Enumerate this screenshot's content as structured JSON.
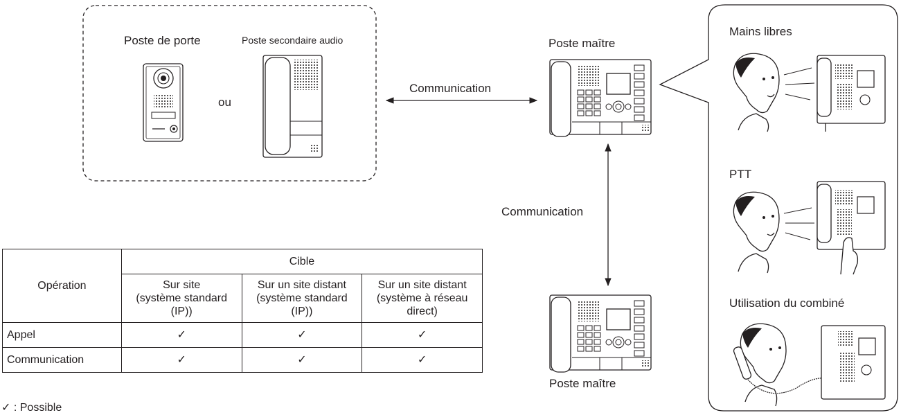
{
  "door_group": {
    "door_station_label": "Poste de porte",
    "audio_substation_label": "Poste secondaire audio",
    "or_label": "ou"
  },
  "master_top_label": "Poste maître",
  "master_bottom_label": "Poste maître",
  "comm_horizontal_label": "Communication",
  "comm_vertical_label": "Communication",
  "modes": {
    "hands_free_label": "Mains libres",
    "ptt_label": "PTT",
    "handset_label": "Utilisation du combiné"
  },
  "table": {
    "operation_header": "Opération",
    "target_header": "Cible",
    "columns": [
      "Sur site\n(système standard\n(IP))",
      "Sur un site distant\n(système standard\n(IP))",
      "Sur un site distant\n(système à réseau\ndirect)"
    ],
    "rows": [
      {
        "label": "Appel",
        "cells": [
          "✓",
          "✓",
          "✓"
        ]
      },
      {
        "label": "Communication",
        "cells": [
          "✓",
          "✓",
          "✓"
        ]
      }
    ]
  },
  "legend": "✓ : Possible"
}
